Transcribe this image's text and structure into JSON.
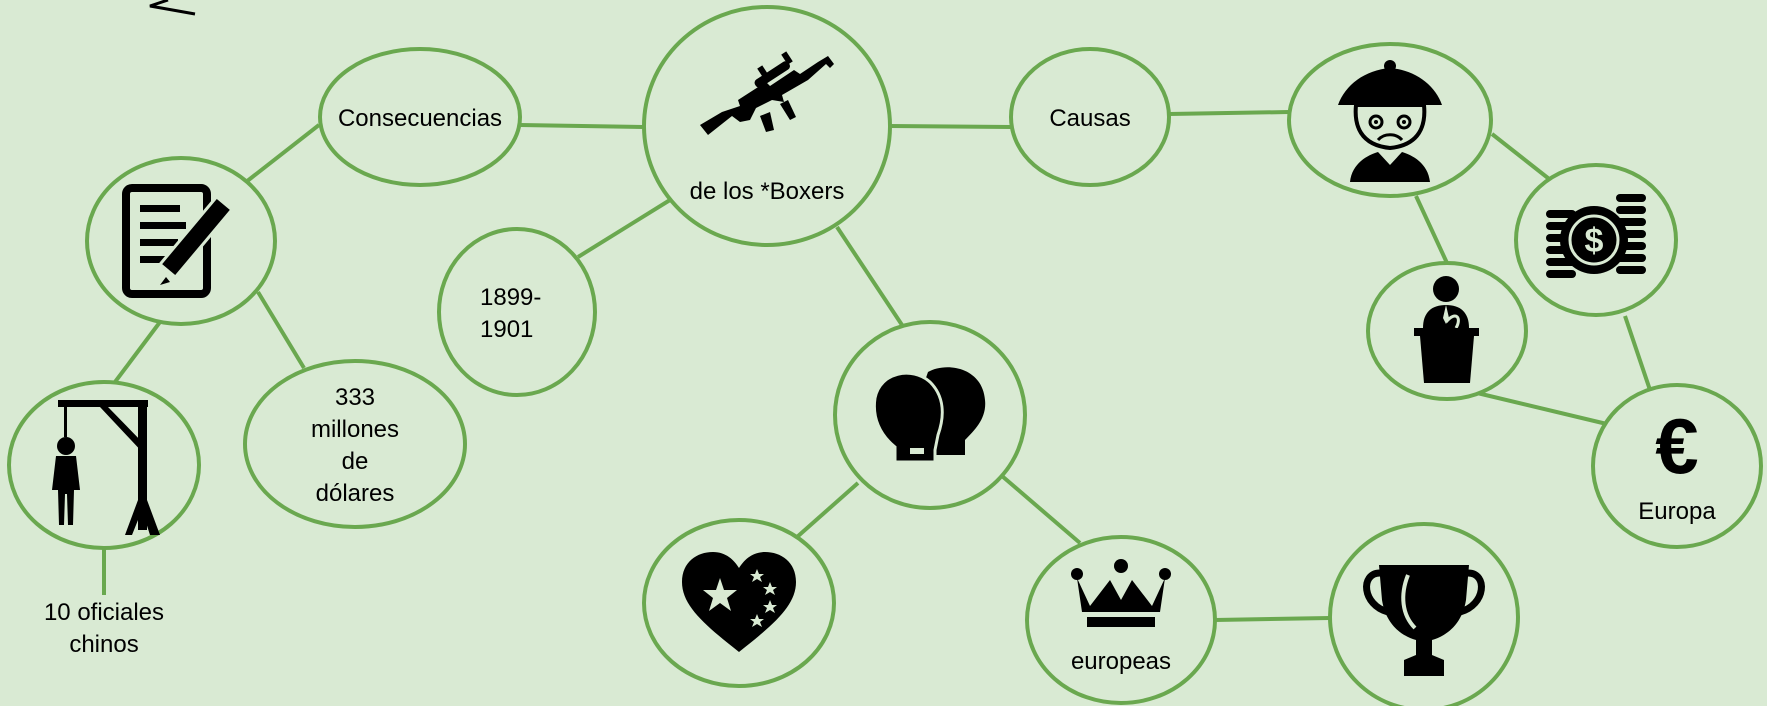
{
  "nodes": {
    "boxers": {
      "label": "de los *Boxers",
      "icon": "rifle-icon"
    },
    "consecuencias": {
      "label": "Consecuencias"
    },
    "causas": {
      "label": "Causas"
    },
    "years": {
      "line1": "1899-",
      "line2": "1901"
    },
    "document": {
      "icon": "document-pencil-icon"
    },
    "gallows": {
      "icon": "gallows-icon"
    },
    "money": {
      "line1": "333",
      "line2": "millones",
      "line3": "de",
      "line4": "dólares"
    },
    "oficiales": {
      "line1": "10 oficiales",
      "line2": "chinos"
    },
    "boxing": {
      "icon": "boxing-gloves-icon"
    },
    "china_heart": {
      "icon": "china-flag-heart-icon"
    },
    "europeas": {
      "label": "europeas",
      "icon": "crown-icon"
    },
    "trophy": {
      "icon": "trophy-icon"
    },
    "chinese_man": {
      "icon": "angry-chinese-man-icon"
    },
    "coins": {
      "icon": "coins-dollar-icon"
    },
    "speaker": {
      "icon": "speaker-podium-icon"
    },
    "europa": {
      "label": "Europa",
      "symbol": "€",
      "icon": "euro-icon"
    }
  },
  "colors": {
    "background": "#d9ead3",
    "stroke": "#6aa84f",
    "icon": "#000000"
  }
}
